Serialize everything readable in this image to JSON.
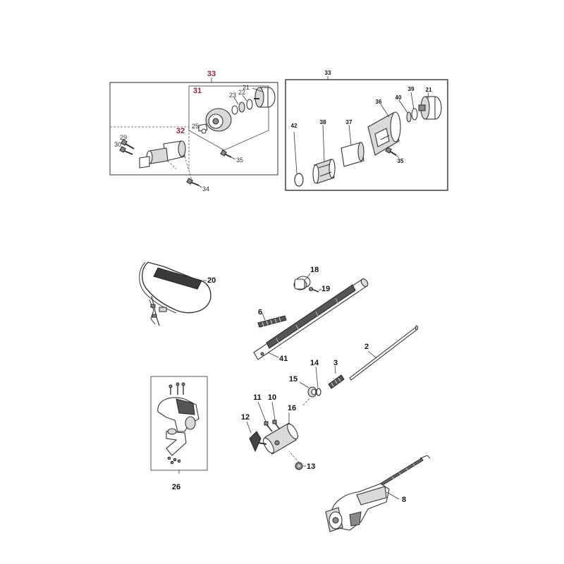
{
  "callouts_left_inset": {
    "assembly": "33",
    "sub_a": "31",
    "sub_b": "32",
    "items": [
      "21",
      "22",
      "23",
      "25",
      "29",
      "30",
      "35",
      "34"
    ]
  },
  "callouts_right_inset": {
    "assembly": "33",
    "items": [
      "21",
      "39",
      "40",
      "36",
      "42",
      "38",
      "37",
      "35"
    ]
  },
  "callouts_main": {
    "p20": "20",
    "p18": "18",
    "p19": "19",
    "p6": "6",
    "p41": "41",
    "p2": "2",
    "p14": "14",
    "p3": "3",
    "p15": "15",
    "p11": "11",
    "p10": "10",
    "p16": "16",
    "p12": "12",
    "p13": "13",
    "p26": "26",
    "p8": "8"
  },
  "colors": {
    "accent_red": "#8a2436",
    "line": "#333333"
  }
}
